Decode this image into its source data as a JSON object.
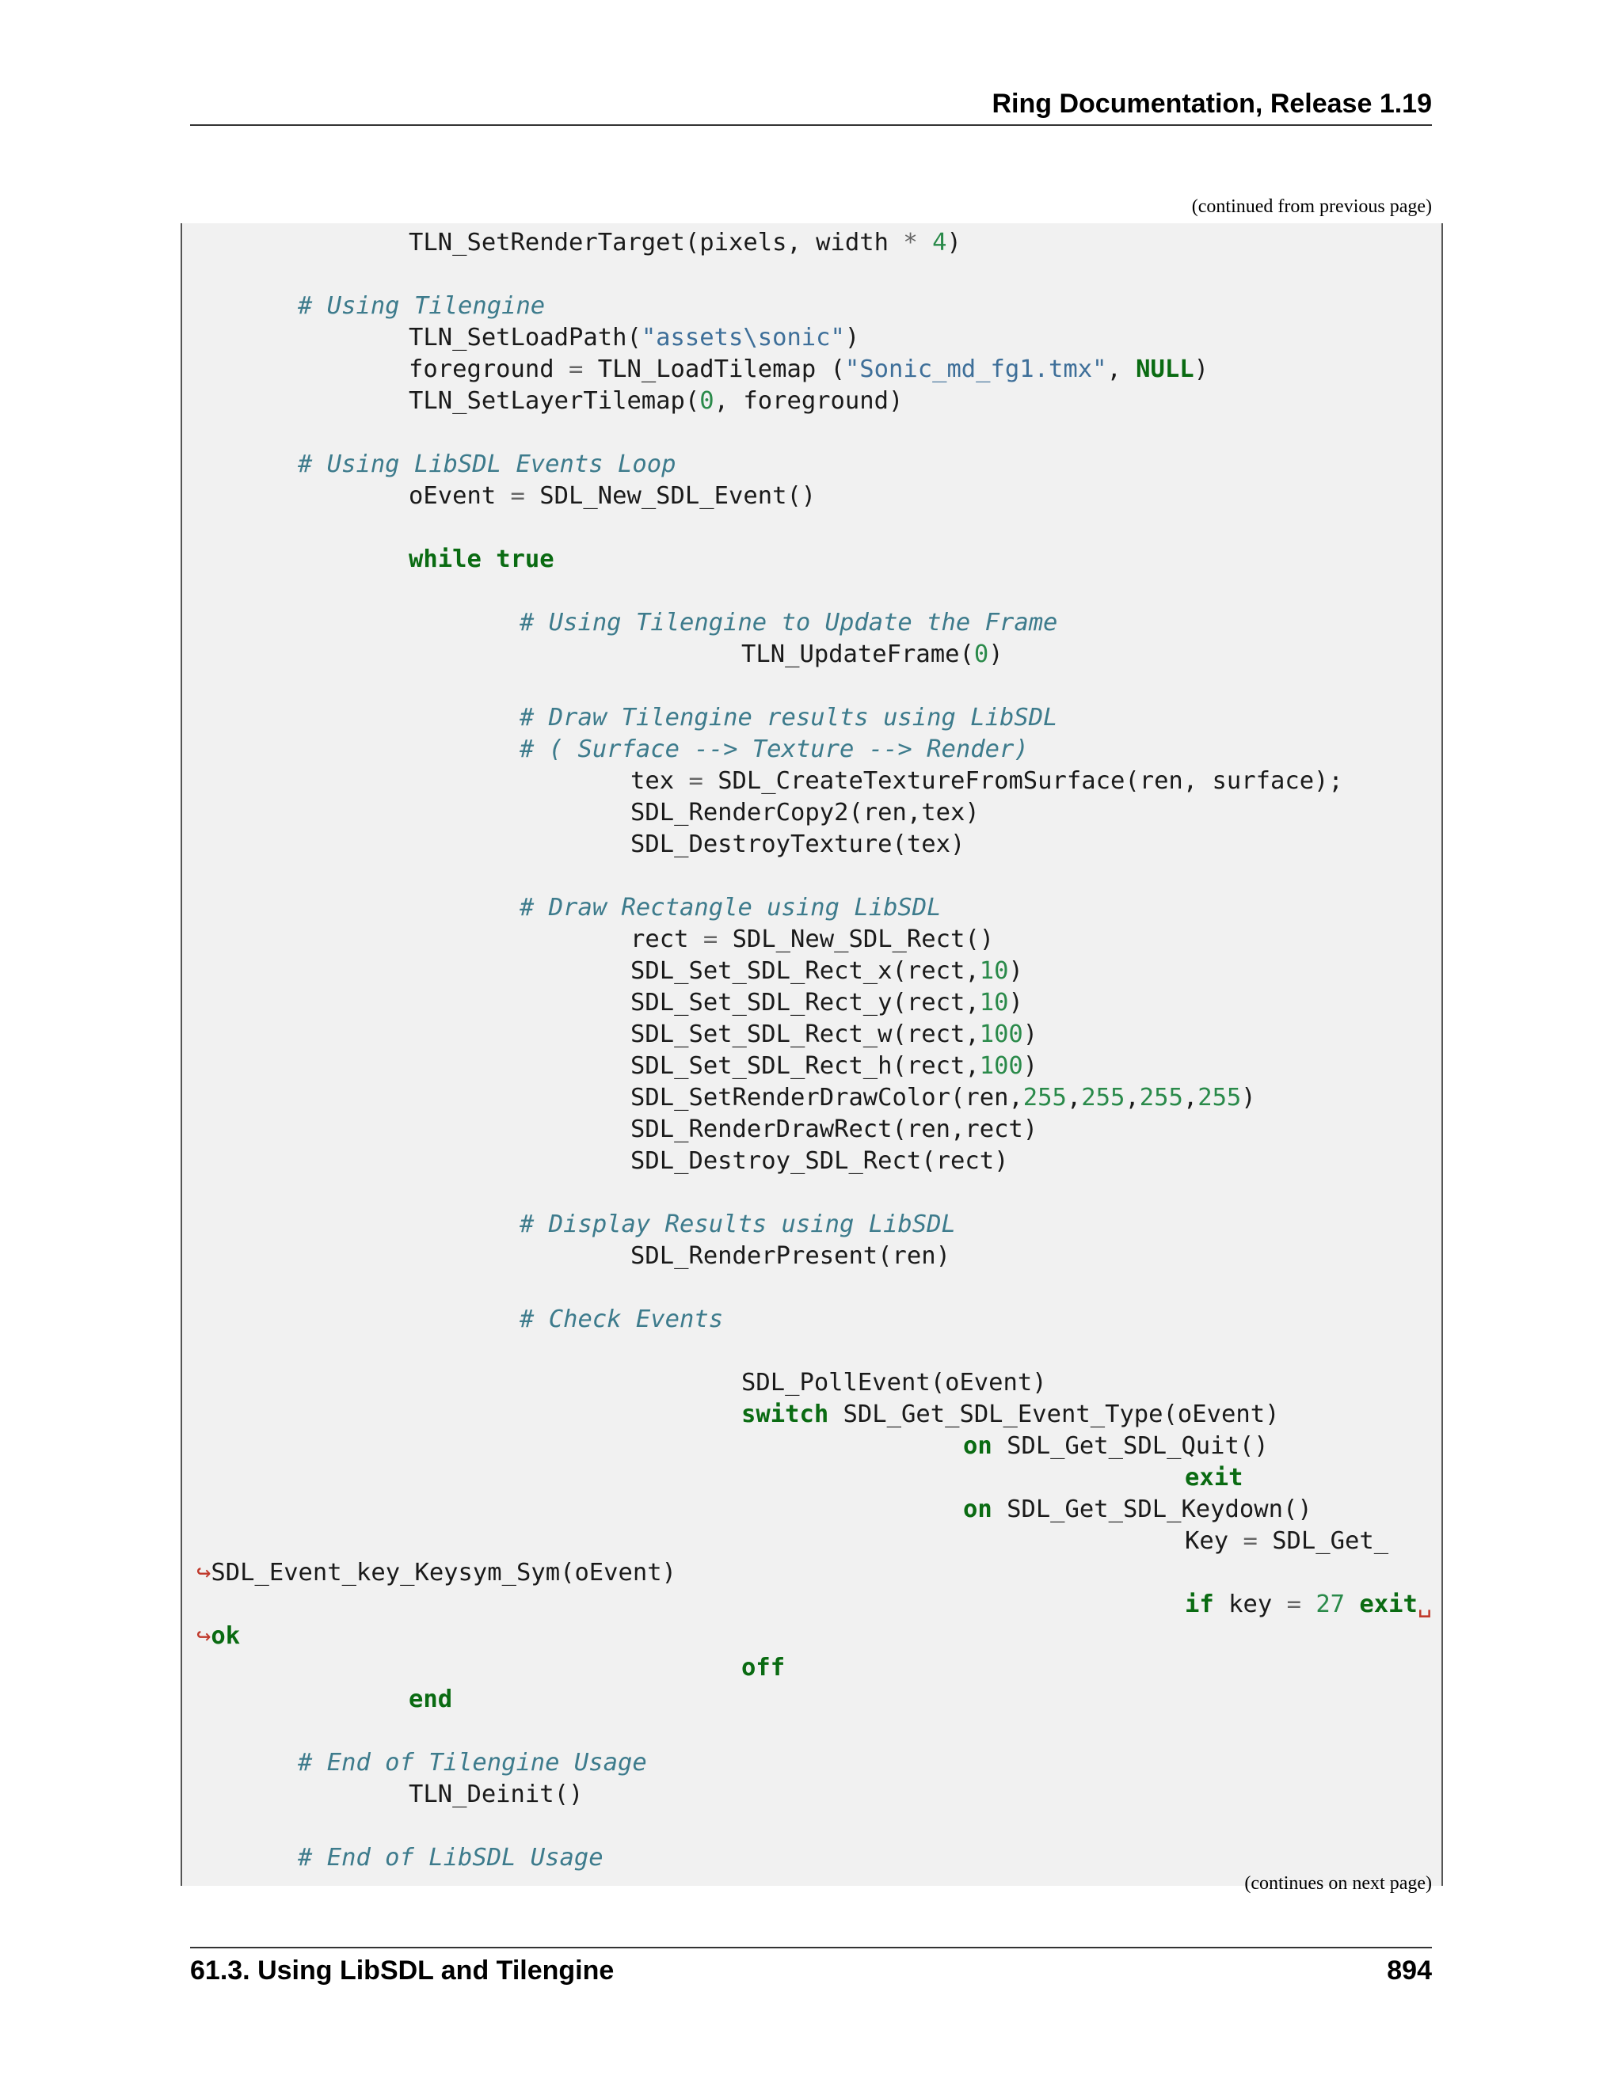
{
  "header": {
    "title": "Ring Documentation, Release 1.19"
  },
  "continued_from": "(continued from previous page)",
  "code": {
    "lines": [
      [
        [
          "",
          "TLN_SetRenderTarget(pixels, width "
        ],
        [
          "o",
          "*"
        ],
        [
          "",
          " "
        ],
        [
          "n",
          "4"
        ],
        [
          "",
          ")"
        ]
      ],
      [],
      [
        [
          "c",
          "# Using Tilengine"
        ]
      ],
      [
        [
          "",
          "TLN_SetLoadPath("
        ],
        [
          "s",
          "\"assets\\sonic\""
        ],
        [
          "",
          ")"
        ]
      ],
      [
        [
          "",
          "foreground "
        ],
        [
          "o",
          "="
        ],
        [
          "",
          " TLN_LoadTilemap ("
        ],
        [
          "s",
          "\"Sonic_md_fg1.tmx\""
        ],
        [
          "",
          ", "
        ],
        [
          "k",
          "NULL"
        ],
        [
          "",
          ")"
        ]
      ],
      [
        [
          "",
          "TLN_SetLayerTilemap("
        ],
        [
          "n",
          "0"
        ],
        [
          "",
          ", foreground)"
        ]
      ],
      [],
      [
        [
          "c",
          "# Using LibSDL Events Loop"
        ]
      ],
      [
        [
          "",
          "oEvent "
        ],
        [
          "o",
          "="
        ],
        [
          "",
          " SDL_New_SDL_Event()"
        ]
      ],
      [],
      [
        [
          "k",
          "while"
        ],
        [
          "",
          " "
        ],
        [
          "k",
          "true"
        ]
      ],
      [],
      [
        [
          "c",
          "# Using Tilengine to Update the Frame"
        ]
      ],
      [
        [
          "",
          "TLN_UpdateFrame("
        ],
        [
          "n",
          "0"
        ],
        [
          "",
          ")"
        ]
      ],
      [],
      [
        [
          "c",
          "# Draw Tilengine results using LibSDL"
        ]
      ],
      [
        [
          "c",
          "# ( Surface --> Texture --> Render)"
        ]
      ],
      [
        [
          "",
          "tex "
        ],
        [
          "o",
          "="
        ],
        [
          "",
          " SDL_CreateTextureFromSurface(ren, surface);"
        ]
      ],
      [
        [
          "",
          "SDL_RenderCopy2(ren,tex)"
        ]
      ],
      [
        [
          "",
          "SDL_DestroyTexture(tex)"
        ]
      ],
      [],
      [
        [
          "c",
          "# Draw Rectangle using LibSDL"
        ]
      ],
      [
        [
          "",
          "rect "
        ],
        [
          "o",
          "="
        ],
        [
          "",
          " SDL_New_SDL_Rect()"
        ]
      ],
      [
        [
          "",
          "SDL_Set_SDL_Rect_x(rect,"
        ],
        [
          "n",
          "10"
        ],
        [
          "",
          ")"
        ]
      ],
      [
        [
          "",
          "SDL_Set_SDL_Rect_y(rect,"
        ],
        [
          "n",
          "10"
        ],
        [
          "",
          ")"
        ]
      ],
      [
        [
          "",
          "SDL_Set_SDL_Rect_w(rect,"
        ],
        [
          "n",
          "100"
        ],
        [
          "",
          ")"
        ]
      ],
      [
        [
          "",
          "SDL_Set_SDL_Rect_h(rect,"
        ],
        [
          "n",
          "100"
        ],
        [
          "",
          ")"
        ]
      ],
      [
        [
          "",
          "SDL_SetRenderDrawColor(ren,"
        ],
        [
          "n",
          "255"
        ],
        [
          "",
          ","
        ],
        [
          "n",
          "255"
        ],
        [
          "",
          ","
        ],
        [
          "n",
          "255"
        ],
        [
          "",
          ","
        ],
        [
          "n",
          "255"
        ],
        [
          "",
          ")"
        ]
      ],
      [
        [
          "",
          "SDL_RenderDrawRect(ren,rect)"
        ]
      ],
      [
        [
          "",
          "SDL_Destroy_SDL_Rect(rect)"
        ]
      ],
      [],
      [
        [
          "c",
          "# Display Results using LibSDL"
        ]
      ],
      [
        [
          "",
          "SDL_RenderPresent(ren)"
        ]
      ],
      [],
      [
        [
          "c",
          "# Check Events"
        ]
      ],
      [],
      [
        [
          "",
          "SDL_PollEvent(oEvent)"
        ]
      ],
      [
        [
          "k",
          "switch"
        ],
        [
          "",
          " SDL_Get_SDL_Event_Type(oEvent)"
        ]
      ],
      [
        [
          "k",
          "on"
        ],
        [
          "",
          " SDL_Get_SDL_Quit()"
        ]
      ],
      [
        [
          "k",
          "exit"
        ]
      ],
      [
        [
          "k",
          "on"
        ],
        [
          "",
          " SDL_Get_SDL_Keydown()"
        ]
      ],
      [
        [
          "",
          "Key "
        ],
        [
          "o",
          "="
        ],
        [
          "",
          " SDL_Get_"
        ]
      ],
      [
        [
          "r",
          "↪"
        ],
        [
          "",
          "SDL_Event_key_Keysym_Sym(oEvent)"
        ]
      ],
      [
        [
          "k",
          "if"
        ],
        [
          "",
          " key "
        ],
        [
          "o",
          "="
        ],
        [
          "",
          " "
        ],
        [
          "n",
          "27"
        ],
        [
          "",
          " "
        ],
        [
          "k",
          "exit"
        ],
        [
          "r",
          "␣"
        ]
      ],
      [
        [
          "r",
          "↪"
        ],
        [
          "k",
          "ok"
        ]
      ],
      [
        [
          "k",
          "off"
        ]
      ],
      [
        [
          "k",
          "end"
        ]
      ],
      [],
      [
        [
          "c",
          "# End of Tilengine Usage"
        ]
      ],
      [
        [
          "",
          "TLN_Deinit()"
        ]
      ],
      [],
      [
        [
          "c",
          "# End of LibSDL Usage"
        ]
      ]
    ]
  },
  "continues_next": "(continues on next page)",
  "footer": {
    "section": "61.3.  Using LibSDL and Tilengine",
    "page_number": "894"
  }
}
